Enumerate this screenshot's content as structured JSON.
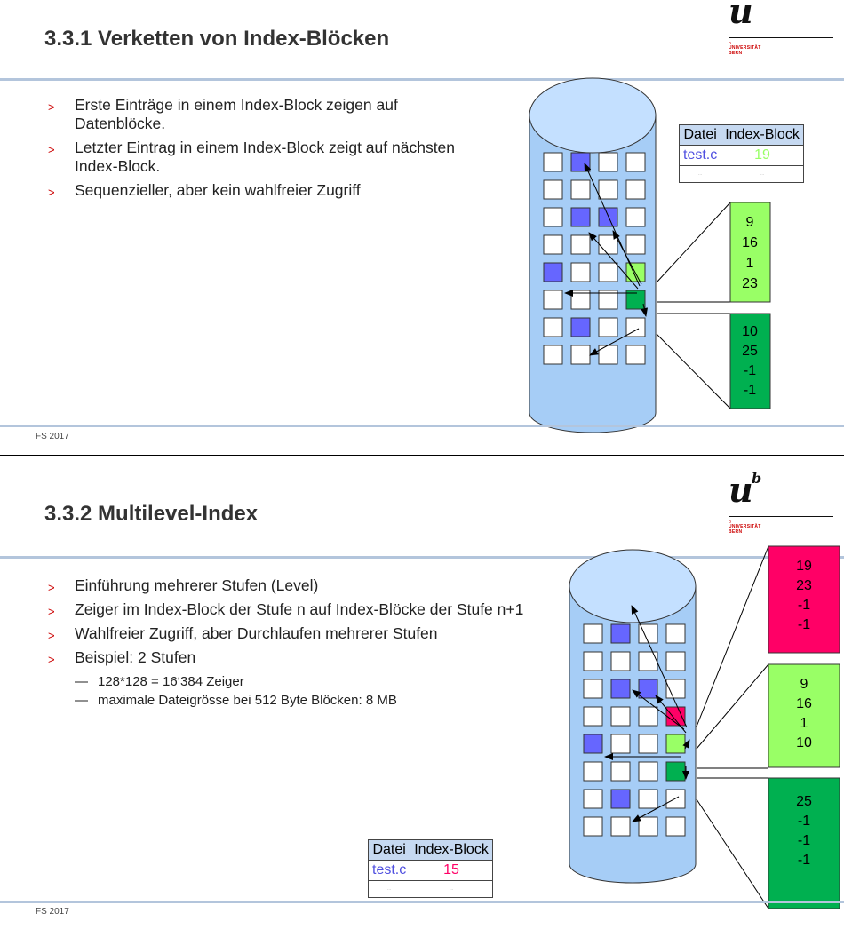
{
  "slide1": {
    "title": "3.3.1 Verketten von Index-Blöcken",
    "bullets": [
      "Erste Einträge in einem Index-Block zeigen auf Datenblöcke.",
      "Letzter Eintrag in einem Index-Block zeigt auf nächsten Index-Block.",
      "Sequenzieller, aber kein wahlfreier Zugriff"
    ],
    "table": {
      "headers": [
        "Datei",
        "Index-Block"
      ],
      "rows": [
        [
          "test.c",
          "19"
        ],
        [
          "...",
          "..."
        ]
      ]
    },
    "index_blocks": [
      {
        "entries": [
          "9",
          "16",
          "1",
          "23"
        ],
        "color": "#99ff66"
      },
      {
        "entries": [
          "10",
          "25",
          "-1",
          "-1"
        ],
        "color": "#00b050"
      }
    ],
    "footer": "FS 2017"
  },
  "slide2": {
    "title": "3.3.2 Multilevel-Index",
    "bullets": [
      "Einführung mehrerer Stufen (Level)",
      "Zeiger im Index-Block der Stufe n auf Index-Blöcke der Stufe n+1",
      "Wahlfreier Zugriff, aber Durchlaufen mehrerer Stufen",
      "Beispiel: 2 Stufen"
    ],
    "sub_bullets": [
      "128*128 = 16‘384 Zeiger",
      "maximale Dateigrösse bei 512 Byte Blöcken: 8 MB"
    ],
    "table": {
      "headers": [
        "Datei",
        "Index-Block"
      ],
      "rows": [
        [
          "test.c",
          "15"
        ],
        [
          "...",
          "..."
        ]
      ]
    },
    "index_blocks": [
      {
        "entries": [
          "19",
          "23",
          "-1",
          "-1"
        ],
        "color": "#ff0066"
      },
      {
        "entries": [
          "9",
          "16",
          "1",
          "10"
        ],
        "color": "#99ff66"
      },
      {
        "entries": [
          "25",
          "-1",
          "-1",
          "-1"
        ],
        "color": "#00b050"
      }
    ],
    "footer": "FS 2017"
  },
  "logo": {
    "letter": "u",
    "superscript": "b",
    "small_b": "b",
    "line1": "UNIVERSITÄT",
    "line2": "BERN"
  },
  "colors": {
    "cylinder": "#a6cdf6",
    "cylinder_top": "#c4e0ff",
    "data_block": "#6666ff",
    "index_block_light": "#99ff66",
    "index_block_dark": "#00b050",
    "index_block_top": "#ff0066",
    "rule": "#b3c5dc"
  }
}
